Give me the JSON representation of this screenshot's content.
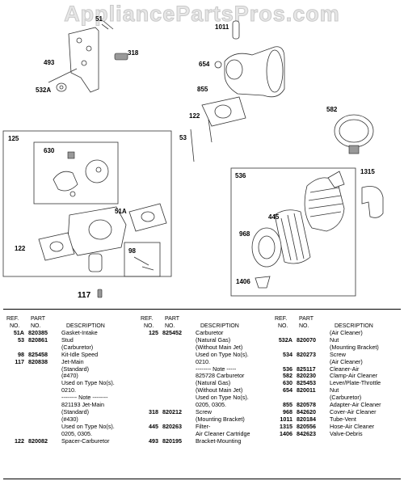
{
  "watermark": "AppliancePartsPros.com",
  "callouts": {
    "c51": "51",
    "c318": "318",
    "c493": "493",
    "c532A": "532A",
    "c1011": "1011",
    "c654": "654",
    "c855": "855",
    "c582": "582",
    "c122a": "122",
    "c53": "53",
    "c125": "125",
    "c630": "630",
    "c51A": "51A",
    "c122b": "122",
    "c98": "98",
    "c536": "536",
    "c1315": "1315",
    "c445": "445",
    "c968": "968",
    "c1406": "1406",
    "c117": "117"
  },
  "table": {
    "headers": {
      "ref_top": "REF.",
      "ref_bottom": "NO.",
      "part_top": "PART",
      "part_bottom": "NO.",
      "desc": "DESCRIPTION"
    },
    "columns": [
      [
        {
          "ref": "51A",
          "part": "820385",
          "desc": "Gasket-Intake"
        },
        {
          "ref": "53",
          "part": "820861",
          "desc": "Stud"
        },
        {
          "ref": "",
          "part": "",
          "desc": "(Carburetor)"
        },
        {
          "ref": "98",
          "part": "825458",
          "desc": "Kit-Idle Speed"
        },
        {
          "ref": "117",
          "part": "820838",
          "desc": "Jet-Main"
        },
        {
          "ref": "",
          "part": "",
          "desc": "(Standard)"
        },
        {
          "ref": "",
          "part": "",
          "desc": "(#470)"
        },
        {
          "ref": "",
          "part": "",
          "desc": "Used on Type No(s)."
        },
        {
          "ref": "",
          "part": "",
          "desc": "0210."
        },
        {
          "ref": "",
          "part": "",
          "desc": "-------- Note --------"
        },
        {
          "ref": "",
          "part": "",
          "desc": "821193 Jet-Main"
        },
        {
          "ref": "",
          "part": "",
          "desc": "(Standard)"
        },
        {
          "ref": "",
          "part": "",
          "desc": "(#430)"
        },
        {
          "ref": "",
          "part": "",
          "desc": "Used on Type No(s)."
        },
        {
          "ref": "",
          "part": "",
          "desc": "0205, 0305."
        },
        {
          "ref": "122",
          "part": "820082",
          "desc": "Spacer-Carburetor"
        }
      ],
      [
        {
          "ref": "125",
          "part": "825452",
          "desc": "Carburetor"
        },
        {
          "ref": "",
          "part": "",
          "desc": "(Natural Gas)"
        },
        {
          "ref": "",
          "part": "",
          "desc": "(Without Main Jet)"
        },
        {
          "ref": "",
          "part": "",
          "desc": "Used on Type No(s)."
        },
        {
          "ref": "",
          "part": "",
          "desc": "0210."
        },
        {
          "ref": "",
          "part": "",
          "desc": "-------- Note -----"
        },
        {
          "ref": "",
          "part": "",
          "desc": "825728 Carburetor"
        },
        {
          "ref": "",
          "part": "",
          "desc": "(Natural Gas)"
        },
        {
          "ref": "",
          "part": "",
          "desc": "(Without Main Jet)"
        },
        {
          "ref": "",
          "part": "",
          "desc": "Used on Type No(s)."
        },
        {
          "ref": "",
          "part": "",
          "desc": "0205, 0305."
        },
        {
          "ref": "318",
          "part": "820212",
          "desc": "Screw"
        },
        {
          "ref": "",
          "part": "",
          "desc": "(Mounting Bracket)"
        },
        {
          "ref": "445",
          "part": "820263",
          "desc": "Filter-"
        },
        {
          "ref": "",
          "part": "",
          "desc": "Air Cleaner Cartridge"
        },
        {
          "ref": "493",
          "part": "820195",
          "desc": "Bracket-Mounting"
        }
      ],
      [
        {
          "ref": "",
          "part": "",
          "desc": "(Air Cleaner)"
        },
        {
          "ref": "532A",
          "part": "820070",
          "desc": "Nut"
        },
        {
          "ref": "",
          "part": "",
          "desc": "(Mounting Bracket)"
        },
        {
          "ref": "534",
          "part": "820273",
          "desc": "Screw"
        },
        {
          "ref": "",
          "part": "",
          "desc": "(Air Cleaner)"
        },
        {
          "ref": "536",
          "part": "825117",
          "desc": "Cleaner-Air"
        },
        {
          "ref": "582",
          "part": "820230",
          "desc": "Clamp-Air Cleaner"
        },
        {
          "ref": "630",
          "part": "825453",
          "desc": "Lever/Plate-Throttle"
        },
        {
          "ref": "654",
          "part": "820011",
          "desc": "Nut"
        },
        {
          "ref": "",
          "part": "",
          "desc": "(Carburetor)"
        },
        {
          "ref": "855",
          "part": "820578",
          "desc": "Adapter-Air Cleaner"
        },
        {
          "ref": "968",
          "part": "842620",
          "desc": "Cover-Air Cleaner"
        },
        {
          "ref": "1011",
          "part": "820184",
          "desc": "Tube-Vent"
        },
        {
          "ref": "1315",
          "part": "820556",
          "desc": "Hose-Air Cleaner"
        },
        {
          "ref": "1406",
          "part": "842623",
          "desc": "Valve-Debris"
        }
      ]
    ]
  }
}
